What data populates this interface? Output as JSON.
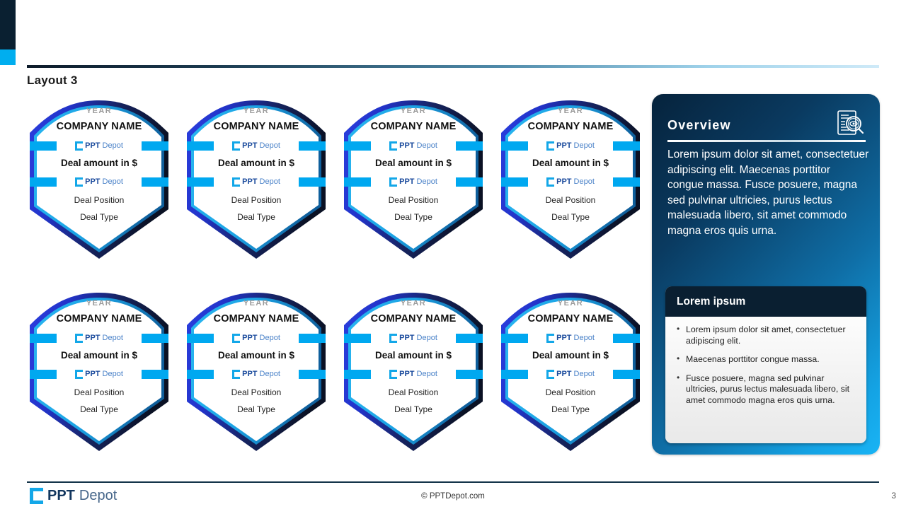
{
  "slide": {
    "title": "Layout 3",
    "page_number": "3"
  },
  "colors": {
    "navy": "#0a2031",
    "cyan": "#00aeef",
    "royal_blue": "#2431d6",
    "dark_edge": "#0d1b33",
    "logo_blue": "#1a4a9c",
    "panel_dark": "#06233c",
    "panel_light": "#19b4f5"
  },
  "badge_template": {
    "year": "YEAR",
    "company": "COMPANY NAME",
    "amount": "Deal amount in $",
    "position": "Deal Position",
    "type": "Deal Type",
    "logo_bold": "PPT",
    "logo_light": "Depot"
  },
  "badges": [
    {
      "year": "YEAR",
      "company": "COMPANY NAME",
      "amount": "Deal amount in $",
      "position": "Deal Position",
      "type": "Deal Type"
    },
    {
      "year": "YEAR",
      "company": "COMPANY NAME",
      "amount": "Deal amount in $",
      "position": "Deal Position",
      "type": "Deal Type"
    },
    {
      "year": "YEAR",
      "company": "COMPANY NAME",
      "amount": "Deal amount in $",
      "position": "Deal Position",
      "type": "Deal Type"
    },
    {
      "year": "YEAR",
      "company": "COMPANY NAME",
      "amount": "Deal amount in $",
      "position": "Deal Position",
      "type": "Deal Type"
    },
    {
      "year": "YEAR",
      "company": "COMPANY NAME",
      "amount": "Deal amount in $",
      "position": "Deal Position",
      "type": "Deal Type"
    },
    {
      "year": "YEAR",
      "company": "COMPANY NAME",
      "amount": "Deal amount in $",
      "position": "Deal Position",
      "type": "Deal Type"
    },
    {
      "year": "YEAR",
      "company": "COMPANY NAME",
      "amount": "Deal amount in $",
      "position": "Deal Position",
      "type": "Deal Type"
    },
    {
      "year": "YEAR",
      "company": "COMPANY NAME",
      "amount": "Deal amount in $",
      "position": "Deal Position",
      "type": "Deal Type"
    }
  ],
  "overview": {
    "title": "Overview",
    "icon": "document-search-icon",
    "body": "Lorem ipsum dolor sit amet, consectetuer adipiscing elit. Maecenas porttitor congue massa. Fusce posuere, magna sed pulvinar ultricies, purus lectus malesuada libero, sit amet commodo magna eros quis urna."
  },
  "sub_card": {
    "heading": "Lorem ipsum",
    "bullets": [
      "Lorem ipsum dolor sit amet, consectetuer adipiscing elit.",
      "Maecenas porttitor congue massa.",
      "Fusce posuere, magna sed pulvinar ultricies, purus lectus malesuada libero, sit amet commodo magna eros quis urna."
    ]
  },
  "footer": {
    "logo_bold": "PPT",
    "logo_light": "Depot",
    "copyright": "© PPTDepot.com",
    "page": "3"
  }
}
